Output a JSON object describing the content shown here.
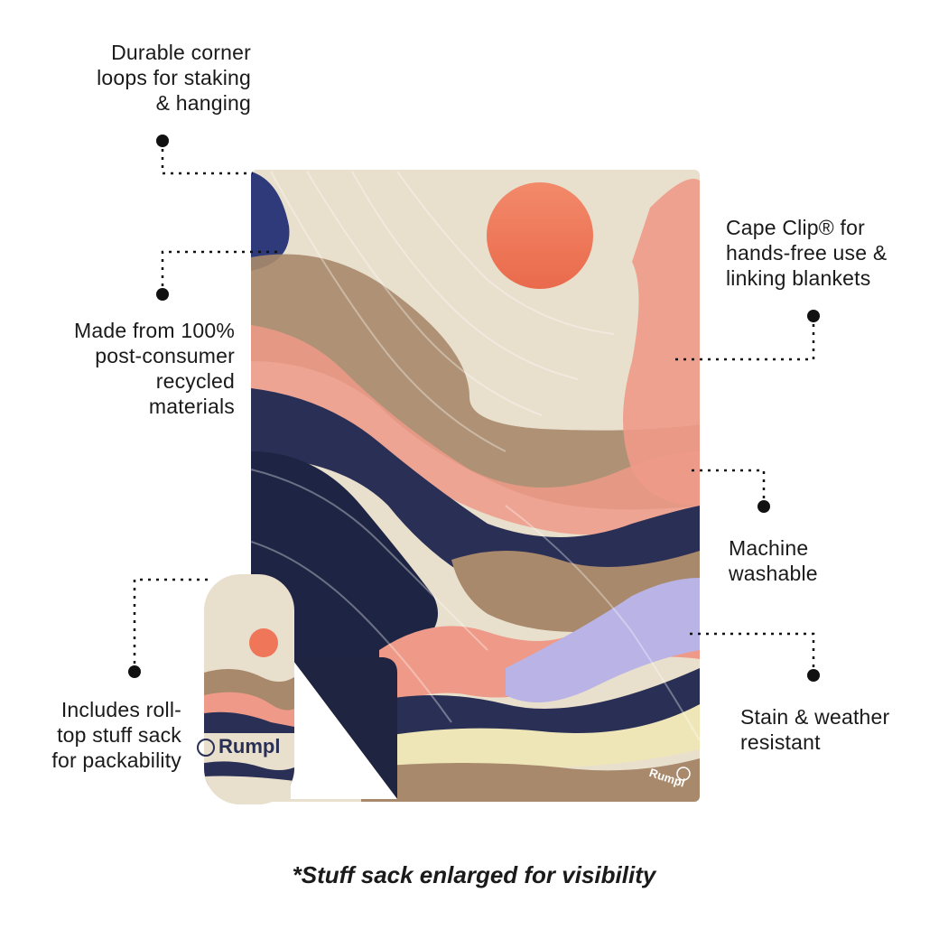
{
  "features": {
    "corner_loops": {
      "lines": [
        "Durable corner",
        "loops for staking",
        "& hanging"
      ]
    },
    "recycled": {
      "lines": [
        "Made from 100%",
        "post-consumer",
        "recycled",
        "materials"
      ]
    },
    "stuff_sack": {
      "lines": [
        "Includes roll-",
        "top stuff sack",
        "for packability"
      ]
    },
    "cape_clip": {
      "lines": [
        "Cape Clip® for",
        "hands-free use &",
        "linking blankets"
      ]
    },
    "washable": {
      "lines": [
        "Machine",
        "washable"
      ]
    },
    "stain": {
      "lines": [
        "Stain & weather",
        "resistant"
      ]
    }
  },
  "brand": {
    "sack_logo": "Rumpl",
    "blanket_logo": "Rumpl"
  },
  "footnote": "*Stuff sack enlarged for visibility",
  "colors": {
    "cream": "#e9dfcd",
    "sun": "#f0765a",
    "coral": "#ef9a88",
    "taupe": "#a8896b",
    "navy": "#2a2f55",
    "deep_navy": "#1e2443",
    "lavender": "#b9b3e6",
    "pale_yellow": "#efe6b8",
    "text": "#1a1a1a"
  }
}
